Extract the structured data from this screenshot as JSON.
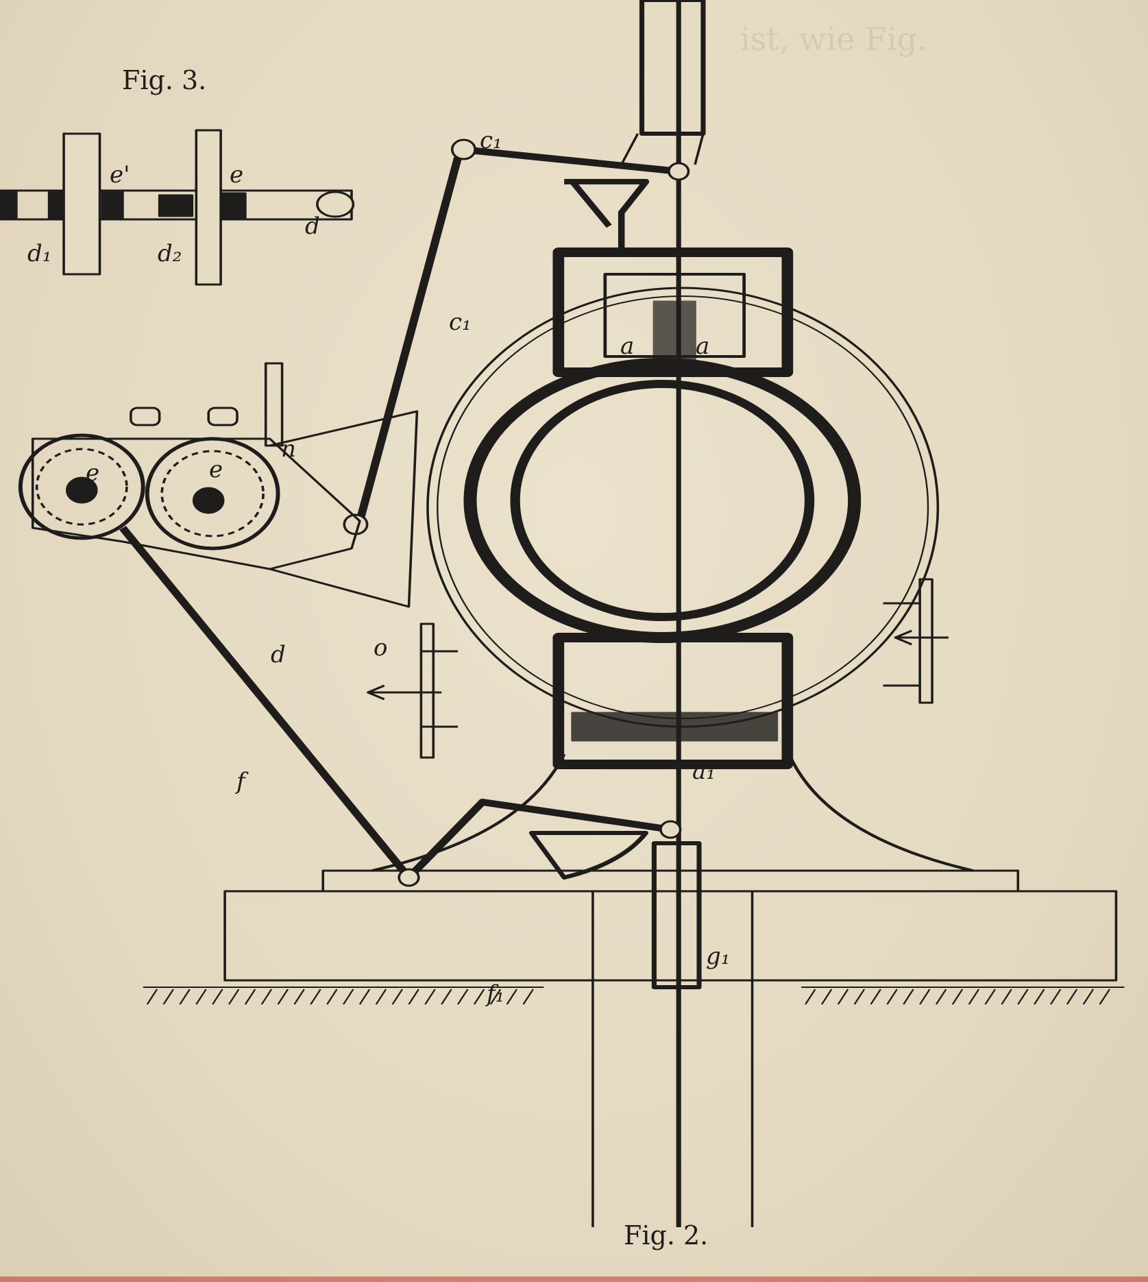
{
  "figures": {
    "fig3": {
      "caption": "Fig. 3.",
      "labels": {
        "e_prime": "e'",
        "e": "e",
        "d1": "d₁",
        "d2": "d₂",
        "d": "d"
      }
    },
    "fig2": {
      "caption": "Fig. 2.",
      "labels": {
        "c1_top": "c₁",
        "c1_rod": "c₁",
        "a_left": "a",
        "a_right": "a",
        "n": "n",
        "e_left": "e",
        "e_right": "e",
        "d": "d",
        "o": "o",
        "f": "f",
        "a1": "a₁",
        "g1": "g₁",
        "f1": "f₁"
      }
    }
  },
  "colors": {
    "paper": "#e6dcc4",
    "ink": "#1f1d1c",
    "edge_red": "#c0392b"
  }
}
